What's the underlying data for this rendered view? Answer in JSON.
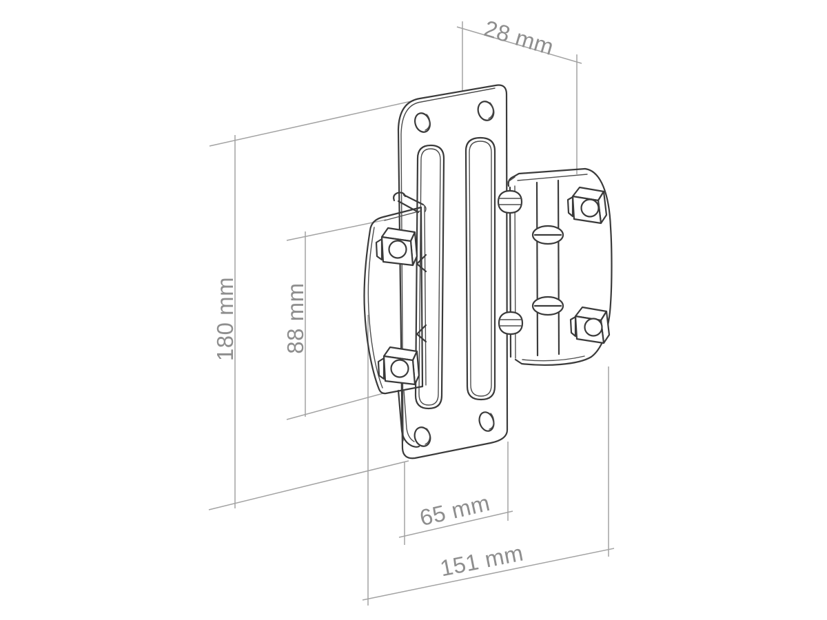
{
  "figure": {
    "type": "technical-drawing",
    "subject": "Monitor wall-mount bracket with VESA adapter plate, clamp and sliding nuts, isometric line drawing with dimensions",
    "background_color": "#ffffff",
    "part_line_color": "#3a3a3a",
    "dimension_line_color": "#a2a2a2",
    "dimension_text_color": "#8e8e8e",
    "dimensions": {
      "clamp_depth": "28 mm",
      "overall_height": "180 mm",
      "bracket_hole_spacing": "88 mm",
      "plate_width": "65 mm",
      "overall_width": "151 mm"
    }
  }
}
